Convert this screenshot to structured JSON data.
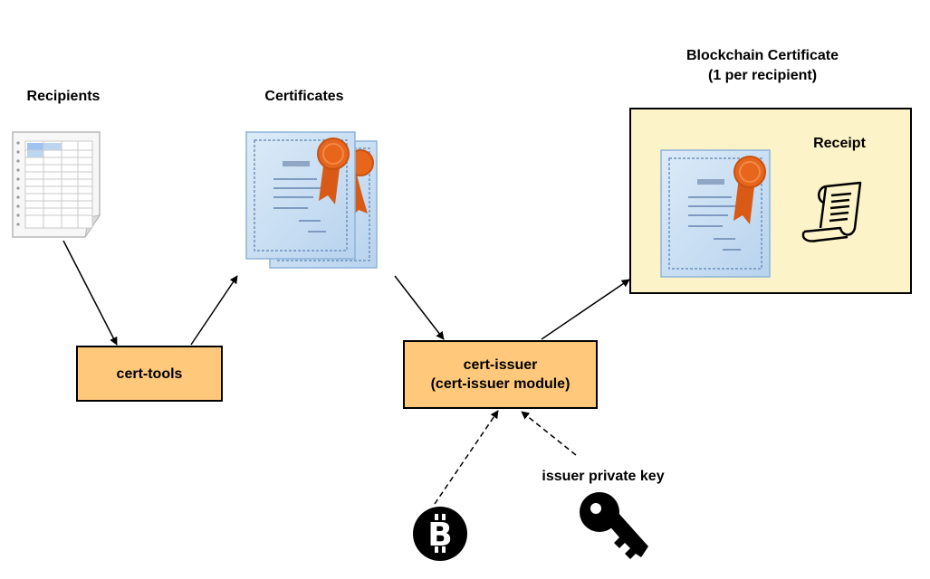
{
  "labels": {
    "recipients": "Recipients",
    "certificates": "Certificates",
    "blockchain_title": "Blockchain Certificate",
    "blockchain_subtitle": "(1 per recipient)",
    "receipt": "Receipt",
    "issuer_key": "issuer private key"
  },
  "nodes": {
    "cert_tools": "cert-tools",
    "cert_issuer_line1": "cert-issuer",
    "cert_issuer_line2": "(cert-issuer module)"
  },
  "icons": {
    "recipients": "spreadsheet-icon",
    "certificates": "certificate-stack-icon",
    "blockchain_certificate": "certificate-icon",
    "receipt": "receipt-scroll-icon",
    "bitcoin": "bitcoin-icon",
    "key": "key-icon"
  },
  "colors": {
    "process_box": "#ffc87a",
    "blockchain_panel": "#fdf3c8",
    "certificate_fill": "#c9dff2",
    "ribbon": "#e8661c"
  }
}
